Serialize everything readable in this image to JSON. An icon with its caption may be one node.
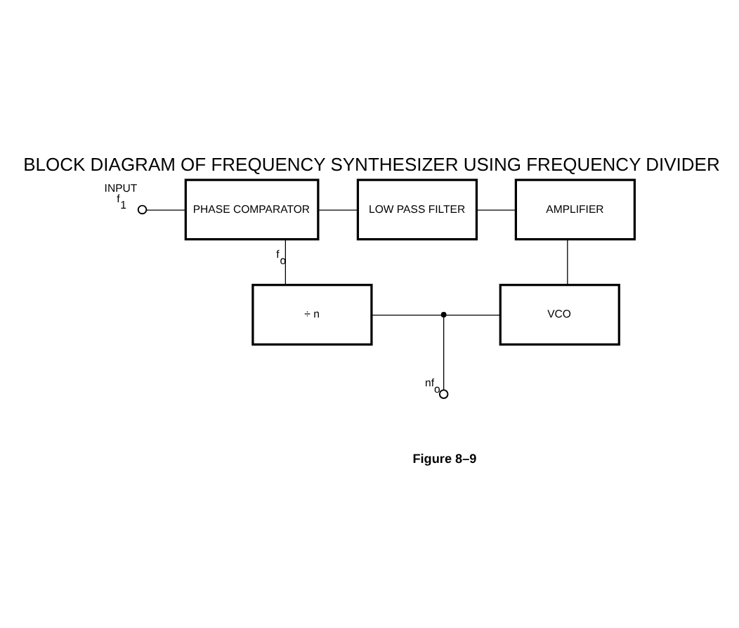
{
  "diagram": {
    "title": "BLOCK DIAGRAM OF FREQUENCY SYNTHESIZER USING FREQUENCY DIVIDER",
    "caption": "Figure 8–9",
    "nodes": [
      {
        "text": [],
        "shape": "circle",
        "beside": [
          "INPUT",
          "f$_{1}$"
        ]
      },
      {
        "text": [
          "PHASE COMPARATOR"
        ]
      },
      {
        "text": [
          "LOW PASS FILTER"
        ]
      },
      {
        "text": [
          "AMPLIFIER"
        ]
      },
      {
        "text": [
          "÷ n"
        ]
      },
      {
        "text": [
          "VCO"
        ]
      },
      {
        "text": [],
        "shape": "dot"
      },
      {
        "text": [],
        "shape": "circle",
        "beside": [
          "nf$_{o}$"
        ]
      }
    ],
    "edges": [
      {
        "from": 0,
        "to": 1,
        "arrow": "none"
      },
      {
        "from": 1,
        "to": 2,
        "arrow": "none"
      },
      {
        "from": 2,
        "to": 3,
        "arrow": "none"
      },
      {
        "from": 3,
        "to": 5,
        "arrow": "none"
      },
      {
        "from": 4,
        "to": 6,
        "arrow": "none"
      },
      {
        "from": 6,
        "to": 5,
        "arrow": "none"
      },
      {
        "from": 6,
        "to": 7,
        "arrow": "none"
      },
      {
        "from": 1,
        "to": 4,
        "arrow": "none",
        "label": "f$_{o}$"
      }
    ]
  }
}
